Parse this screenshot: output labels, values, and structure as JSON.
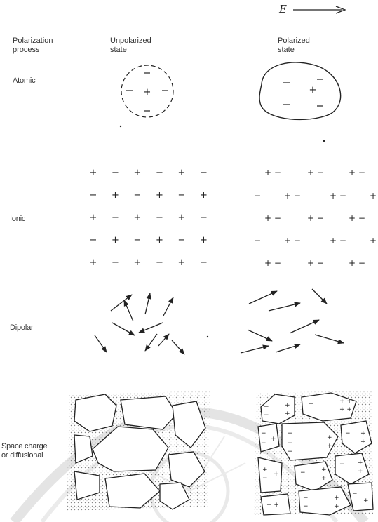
{
  "field_label": "E",
  "headers": {
    "process": "Polarization\nprocess",
    "unpolarized": "Unpolarized\nstate",
    "polarized": "Polarized\nstate"
  },
  "rows": {
    "atomic": "Atomic",
    "ionic": "Ionic",
    "dipolar": "Dipolar",
    "space_charge": "Space charge\nor diffusional"
  },
  "colors": {
    "ink": "#222222",
    "watermark": "#cfcfcf",
    "grain_fill": "#ffffff",
    "matrix": "#bdbdbd"
  },
  "ionic_unpolarized_grid": [
    [
      "+",
      "−",
      "+",
      "−",
      "+",
      "−"
    ],
    [
      "−",
      "+",
      "−",
      "+",
      "−",
      "+"
    ],
    [
      "+",
      "−",
      "+",
      "−",
      "+",
      "−"
    ],
    [
      "−",
      "+",
      "−",
      "+",
      "−",
      "+"
    ],
    [
      "+",
      "−",
      "+",
      "−",
      "+",
      "−"
    ]
  ]
}
